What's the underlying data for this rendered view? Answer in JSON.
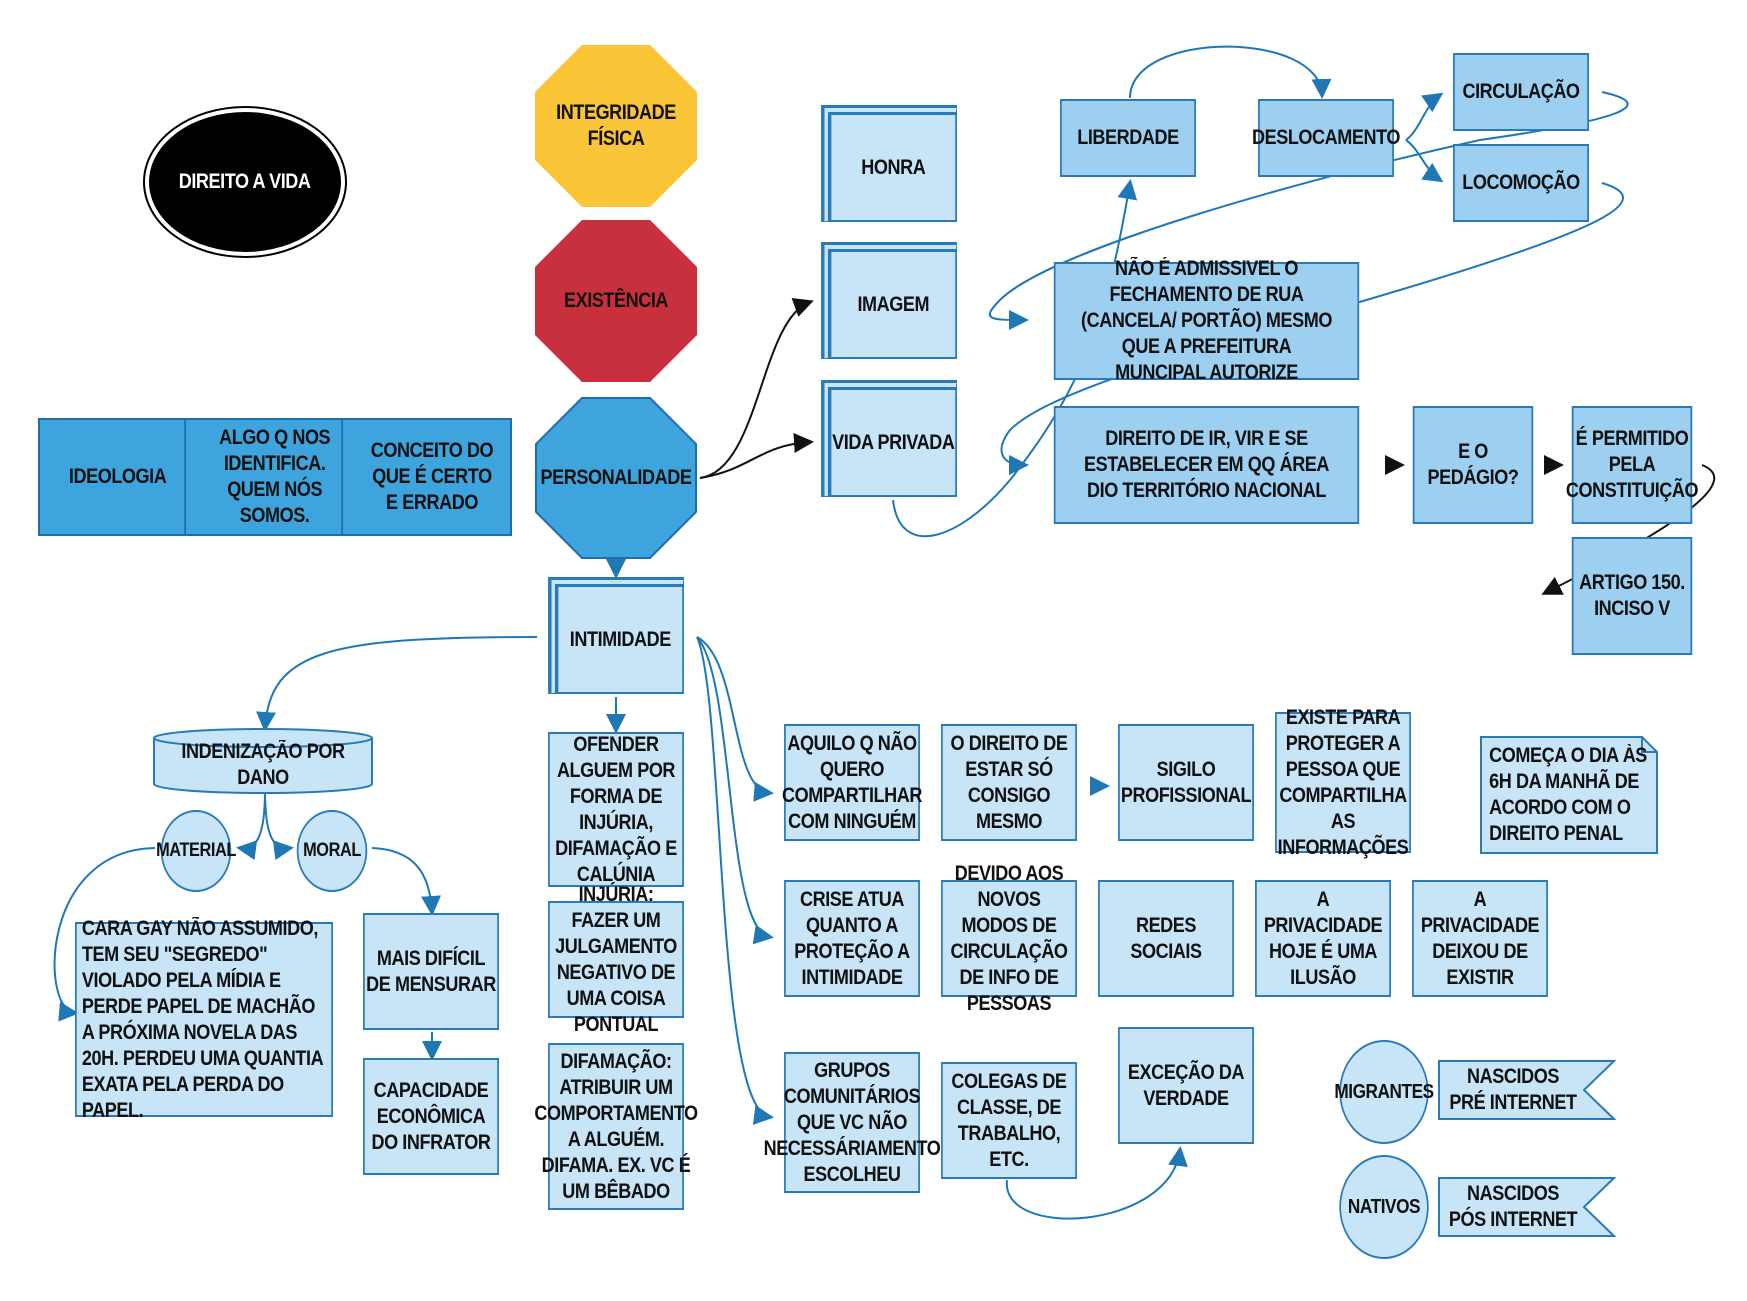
{
  "nodes": {
    "direito_vida": "DIREITO A VIDA",
    "integridade": "INTEGRIDADE FÍSICA",
    "existencia": "EXISTÊNCIA",
    "personalidade": "PERSONALIDADE",
    "ideologia": "IDEOLOGIA",
    "algo_q_nos": "ALGO Q NOS IDENTIFICA. QUEM NÓS SOMOS.",
    "conceito": "CONCEITO DO QUE É CERTO E ERRADO",
    "honra": "HONRA",
    "imagem": "IMAGEM",
    "vida_privada": "VIDA PRIVADA",
    "intimidade": "INTIMIDADE",
    "liberdade": "LIBERDADE",
    "deslocamento": "DESLOCAMENTO",
    "circulacao": "CIRCULAÇÃO",
    "locomocao": "LOCOMOÇÃO",
    "nao_admissivel": "NÃO É ADMISSIVEL O FECHAMENTO DE RUA (CANCELA/ PORTÃO) MESMO QUE A PREFEITURA MUNCIPAL AUTORIZE",
    "direito_ir": "DIREITO DE IR, VIR E SE ESTABELECER EM QQ ÁREA DIO TERRITÓRIO NACIONAL",
    "pedagio": "E O PEDÁGIO?",
    "permitido": "É PERMITIDO PELA CONSTITUIÇÃO",
    "artigo": "ARTIGO 150. INCISO V",
    "indenizacao": "INDENIZAÇÃO POR DANO",
    "material": "MATERIAL",
    "moral": "MORAL",
    "cara_gay": "CARA GAY NÃO ASSUMIDO, TEM SEU \"SEGREDO\" VIOLADO PELA MÍDIA E PERDE PAPEL DE MACHÃO A PRÓXIMA NOVELA DAS 20H. PERDEU UMA QUANTIA EXATA PELA PERDA DO PAPEL.",
    "mais_dificil": "MAIS DIFÍCIL DE MENSURAR",
    "capacidade": "CAPACIDADE ECONÔMICA DO INFRATOR",
    "ofender": "OFENDER ALGUEM POR FORMA DE INJÚRIA, DIFAMAÇÃO E CALÚNIA",
    "injuria": "INJÚRIA: FAZER UM JULGAMENTO NEGATIVO DE UMA COISA PONTUAL",
    "difamacao": "DIFAMAÇÃO: ATRIBUIR UM COMPORTAMENTO A ALGUÉM. DIFAMA. EX. VC É UM BÊBADO",
    "aquilo": "AQUILO Q NÃO QUERO COMPARTILHAR COM NINGUÉM",
    "direito_estar": "O DIREITO DE ESTAR SÓ CONSIGO MESMO",
    "sigilo": "SIGILO PROFISSIONAL",
    "existe": "EXISTE PARA PROTEGER A PESSOA QUE COMPARTILHA AS INFORMAÇÕES",
    "comeca": "COMEÇA O DIA ÀS 6H DA MANHÃ DE ACORDO COM O DIREITO PENAL",
    "crise": "CRISE ATUA QUANTO A PROTEÇÃO A INTIMIDADE",
    "devido": "DEVIDO AOS NOVOS MODOS DE CIRCULAÇÃO DE INFO DE PESSOAS",
    "redes": "REDES SOCIAIS",
    "privacidade_ilusao": "A PRIVACIDADE HOJE É UMA ILUSÃO",
    "privacidade_deixou": "A PRIVACIDADE DEIXOU DE EXISTIR",
    "grupos": "GRUPOS COMUNITÁRIOS QUE VC NÃO NECESSÁRIAMENTO ESCOLHEU",
    "colegas": "COLEGAS DE CLASSE, DE TRABALHO, ETC.",
    "excecao": "EXCEÇÃO DA VERDADE",
    "migrantes": "MIGRANTES",
    "nascidos_pre": "NASCIDOS PRÉ INTERNET",
    "nativos": "NATIVOS",
    "nascidos_pos": "NASCIDOS PÓS INTERNET"
  },
  "colors": {
    "light": "#c7e5f7",
    "medium": "#9dcff0",
    "dark": "#3ea4dd",
    "border": "#2a7ab6",
    "yellow": "#fbc53a",
    "red": "#c7303c",
    "black": "#000000"
  }
}
